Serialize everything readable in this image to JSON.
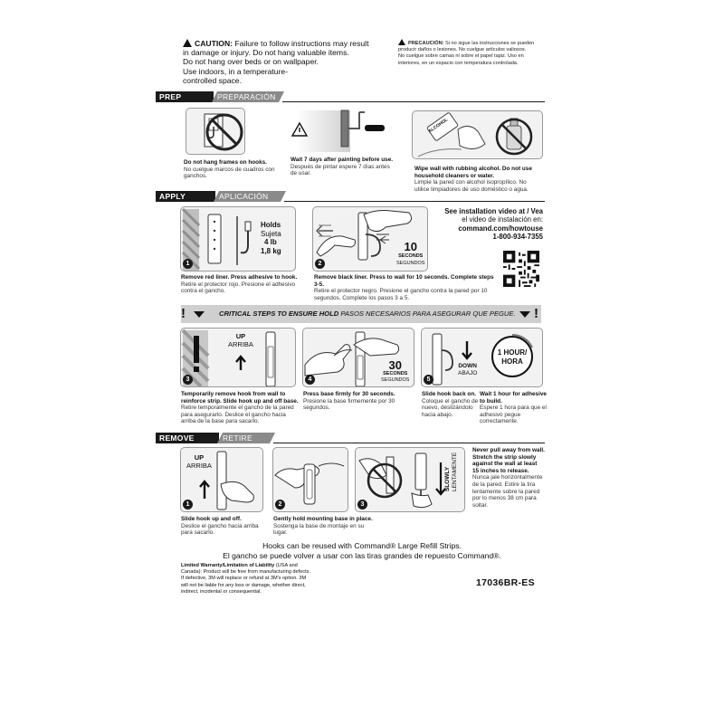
{
  "caution": {
    "en_label": "CAUTION:",
    "en_lines": [
      " Failure to follow instructions may result",
      "in damage or injury. Do not hang valuable items.",
      "Do not hang over beds or on wallpaper.",
      "Use indoors, in a temperature-",
      "controlled space."
    ],
    "es_label": "PRECAUCIÓN:",
    "es_lines": [
      " Si no sigue las instrucciones se pueden",
      "producir daños o lesiones. No cuelgue artículos valiosos.",
      "No cuelgue sobre camas ni sobre el papel tapiz. Uso en",
      "interiores, en un espacio con temperatura controlada."
    ]
  },
  "prep": {
    "label_en": "PREP",
    "label_es": "PREPARACIÓN",
    "items": [
      {
        "en": "Do not hang frames on hooks.",
        "es": [
          "No cuelgue marcos de cuadros con",
          "ganchos."
        ]
      },
      {
        "en": "Wait 7 days after painting before use.",
        "es": [
          "Después de pintar espere 7 días antes",
          "de usar."
        ]
      },
      {
        "en": "Wipe wall with rubbing alcohol. Do not use",
        "en2": "household cleaners or water.",
        "es": [
          "Limpie la pared con alcohol isopropílico. No",
          "utilice limpiadores de uso doméstico o agua."
        ]
      }
    ],
    "bottle_label": "ALCOHOL"
  },
  "apply": {
    "label_en": "APPLY",
    "label_es": "APLICACIÓN",
    "holds": {
      "en": "Holds",
      "es": "Sujeta",
      "lb": "4 lb",
      "kg": "1,8 kg"
    },
    "seconds": {
      "value": "10",
      "en": "SECONDS",
      "es": "SEGUNDOS"
    },
    "items": [
      {
        "num": "1",
        "en": "Remove red liner. Press adhesive to hook.",
        "es": [
          "Retire el protector rojo. Presione el adhesivo",
          "contra el gancho."
        ]
      },
      {
        "num": "2",
        "en": "Remove black liner. Press to wall for 10 seconds. Complete steps 3-5.",
        "es": [
          "Retire el protector negro. Presione el gancho contra la pared por 10",
          "segundos. Complete los pasos 3 a 5."
        ]
      }
    ],
    "video": {
      "lines": [
        "See installation video at / Vea",
        "el video de instalación en:",
        "command.com/howtouse",
        "1-800-934-7355"
      ]
    }
  },
  "critical": {
    "en": "CRITICAL STEPS TO ENSURE HOLD",
    "es": " PASOS NECESARIOS PARA ASEGURAR QUE PEGUE."
  },
  "steps": {
    "up": {
      "en": "UP",
      "es": "ARRIBA"
    },
    "seconds30": {
      "value": "30",
      "en": "SECONDS",
      "es": "SEGUNDOS"
    },
    "down": {
      "en": "DOWN",
      "es": "ABAJO"
    },
    "hour": {
      "en": "1 HOUR/",
      "es": "HORA"
    },
    "items": [
      {
        "num": "3",
        "en": [
          "Temporarily remove hook from wall to",
          "reinforce strip. Slide hook up and off base."
        ],
        "es": [
          "Retire temporalmente el gancho de la pared",
          "para asegurarlo. Deslice el gancho hacia",
          "arriba de la base para sacarlo."
        ]
      },
      {
        "num": "4",
        "en": [
          "Press base firmly for 30 seconds."
        ],
        "es": [
          "Presione la base firmemente por 30",
          "segundos."
        ]
      },
      {
        "num": "5",
        "en": [
          "Slide hook back on."
        ],
        "es": [
          "Coloque el gancho de",
          "nuevo, deslizándolo",
          "hacia abajo."
        ]
      },
      {
        "en": [
          "Wait 1 hour for adhesive",
          "to build."
        ],
        "es": [
          "Espere 1 hora para que el",
          "adhesivo pegue",
          "correctamente."
        ]
      }
    ]
  },
  "remove": {
    "label_en": "REMOVE",
    "label_es": "RETIRE",
    "up": {
      "en": "UP",
      "es": "ARRIBA"
    },
    "slowly": {
      "en": "SLOWLY",
      "es": "LENTAMENTE"
    },
    "items": [
      {
        "num": "1",
        "en": "Slide hook up and off.",
        "es": [
          "Deslice el gancho hacia arriba",
          "para sacarlo."
        ]
      },
      {
        "num": "2",
        "en": "Gently hold mounting base in place.",
        "es": [
          "Sostenga la base de montaje en su",
          "lugar."
        ]
      },
      {
        "num": "3",
        "en": [
          "Never pull away from wall.",
          "Stretch the strip slowly",
          "against the wall at least",
          "15 inches to release."
        ],
        "es": [
          "Nunca jale horizontalmente",
          "de la pared. Estire la tira",
          "lentamente sobre la pared",
          "por lo menos 38 cm para",
          "soltar."
        ]
      }
    ]
  },
  "refill": {
    "en": "Hooks can be reused with Command® Large Refill Strips.",
    "es": "El gancho se puede volver a usar con las tiras grandes de repuesto Command®."
  },
  "warranty": {
    "label": "Limited Warranty/Limitation of Liability",
    "lines": [
      " (USA and",
      "Canada): Product will be free from manufacturing defects.",
      "If defective, 3M will replace or refund at 3M's option. 3M",
      "will not be liable for any loss or damage, whether direct,",
      "indirect, incidental or consequential."
    ]
  },
  "product_code": "17036BR-ES",
  "colors": {
    "ink": "#1a1a1a",
    "bar_gray": "#8a8a8a",
    "panel": "#f2f2f2",
    "critical_bg": "#cfcfcf"
  }
}
